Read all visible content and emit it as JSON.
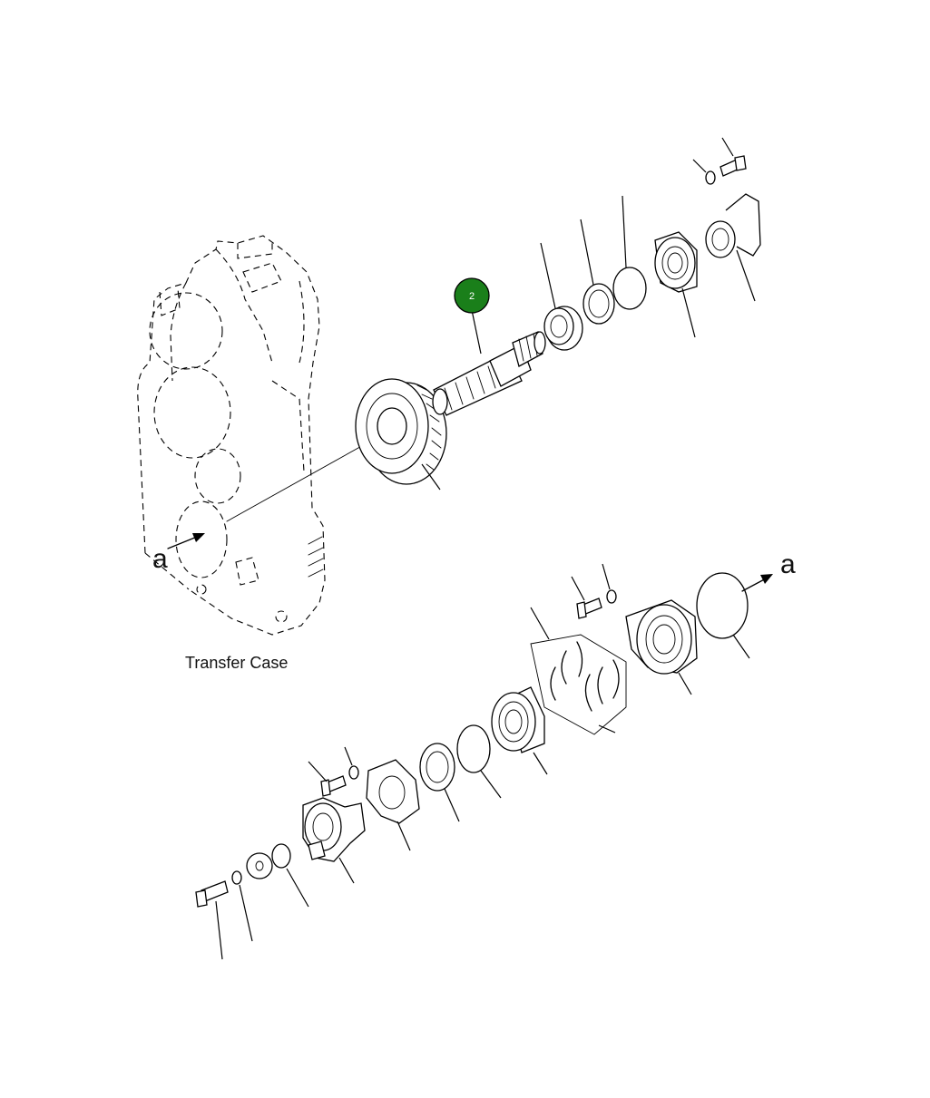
{
  "diagram": {
    "label": "Transfer Case",
    "view_marker_left": "a",
    "view_marker_right": "a",
    "callout": {
      "number": "2",
      "color": "#1a7f1a"
    }
  }
}
